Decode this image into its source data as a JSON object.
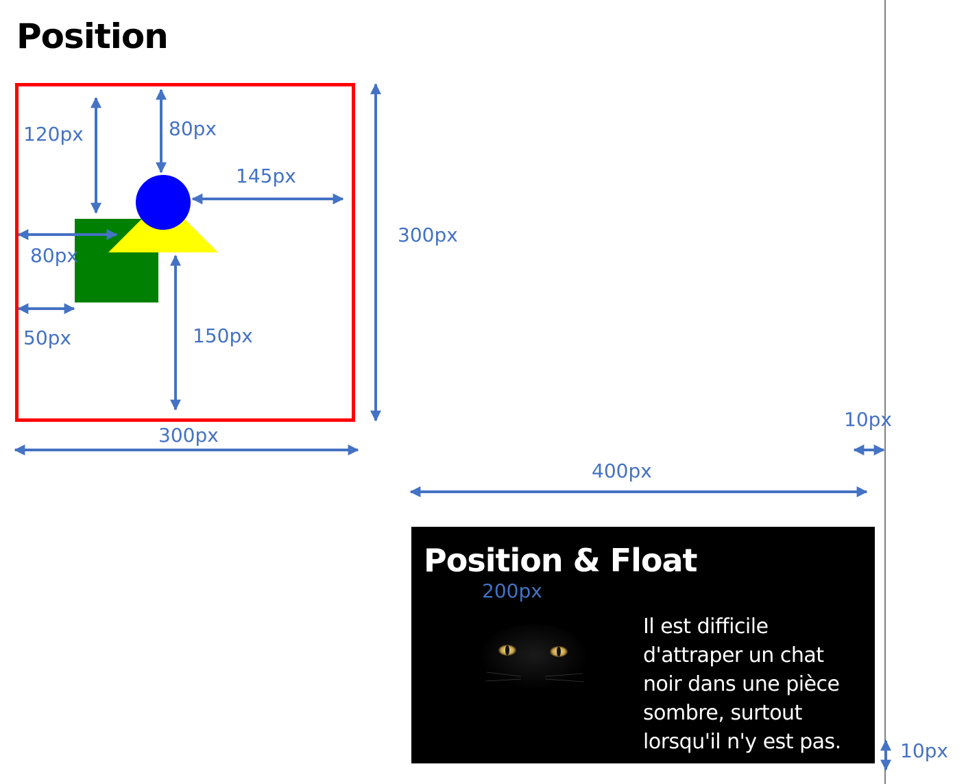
{
  "title": "Position",
  "labels": {
    "top_120": "120px",
    "top_80": "80px",
    "right_145": "145px",
    "left_80": "80px",
    "left_50": "50px",
    "bottom_150": "150px",
    "height_300": "300px",
    "width_300": "300px",
    "margin_10_right": "10px",
    "width_400": "400px",
    "width_200": "200px",
    "margin_10_bottom": "10px"
  },
  "panel": {
    "title": "Position & Float",
    "text": "Il est difficile d'attraper un chat noir dans une pièce sombre, surtout lorsqu'il n'y est pas."
  },
  "colors": {
    "box_border": "#ff0000",
    "square": "#008000",
    "triangle": "#ffff00",
    "circle": "#0000ff",
    "arrow": "#4472c4",
    "panel_bg": "#000000"
  }
}
